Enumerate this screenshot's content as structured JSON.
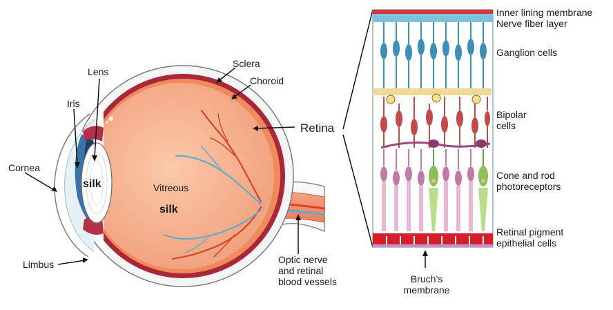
{
  "eye": {
    "labels": {
      "lens": "Lens",
      "iris": "Iris",
      "cornea": "Cornea",
      "limbus": "Limbus",
      "sclera": "Sclera",
      "choroid": "Choroid",
      "retina": "Retina",
      "vitreous": "Vitreous",
      "silk_lens": "silk",
      "silk_vitreous": "silk",
      "optic_nerve": "Optic nerve and retinal blood vessels"
    }
  },
  "retina_section": {
    "labels": {
      "inner_lining_membrane": "Inner lining membrane",
      "nerve_fiber_layer": "Nerve fiber layer",
      "ganglion_cells": "Ganglion cells",
      "bipolar_cells": "Bipolar cells",
      "photoreceptors": "Cone and rod photoreceptors",
      "rpe": "Retinal pigment epithelial cells",
      "bruchs": "Bruch’s membrane"
    }
  },
  "colors": {
    "sclera": "#f4f4f4",
    "choroid": "#a8283a",
    "vitreous": "#f6b796",
    "retina_layer": "#f08a5d",
    "vessel_red": "#d9432a",
    "vessel_blue": "#5aa9d6",
    "ganglion": "#3d8fb5",
    "bipolar": "#c24a4a",
    "rod": "#c07aa8",
    "cone": "#8bbf5a",
    "rpe": "#d81c2a"
  }
}
